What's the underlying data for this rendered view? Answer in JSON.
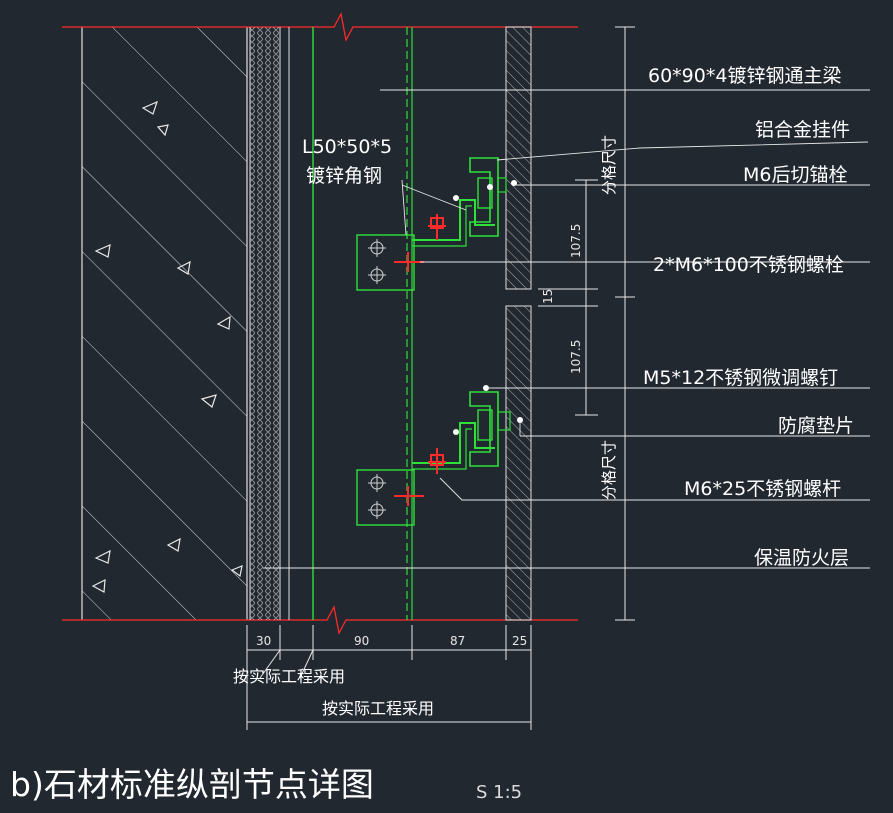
{
  "labels": {
    "main_beam": "60*90*4镀锌钢通主梁",
    "hanger": "铝合金挂件",
    "anchor_bolt": "M6后切锚栓",
    "steel_bolt": "2*M6*100不锈钢螺栓",
    "adjust_screw": "M5*12不锈钢微调螺钉",
    "anti_corrosion_pad": "防腐垫片",
    "stud_rod": "M6*25不锈钢螺杆",
    "insulation_layer": "保温防火层",
    "angle_steel_1": "L50*50*5",
    "angle_steel_2": "镀锌角钢"
  },
  "vertical_dims": {
    "grid_top": "分格尺寸",
    "grid_bottom": "分格尺寸",
    "dim_upper": "107.5",
    "dim_gap": "15",
    "dim_lower": "107.5"
  },
  "bottom_dims": {
    "d1": "30",
    "d2": "90",
    "d3": "87",
    "d4": "25",
    "note1": "按实际工程采用",
    "note2": "按实际工程采用"
  },
  "title": {
    "main": "b)石材标准纵剖节点详图",
    "scale": "S 1:5"
  },
  "colors": {
    "background": "#212830",
    "green": "#2fe03a",
    "red": "#ff2a2a",
    "white": "#ffffff",
    "gray": "#cfcfcf"
  }
}
